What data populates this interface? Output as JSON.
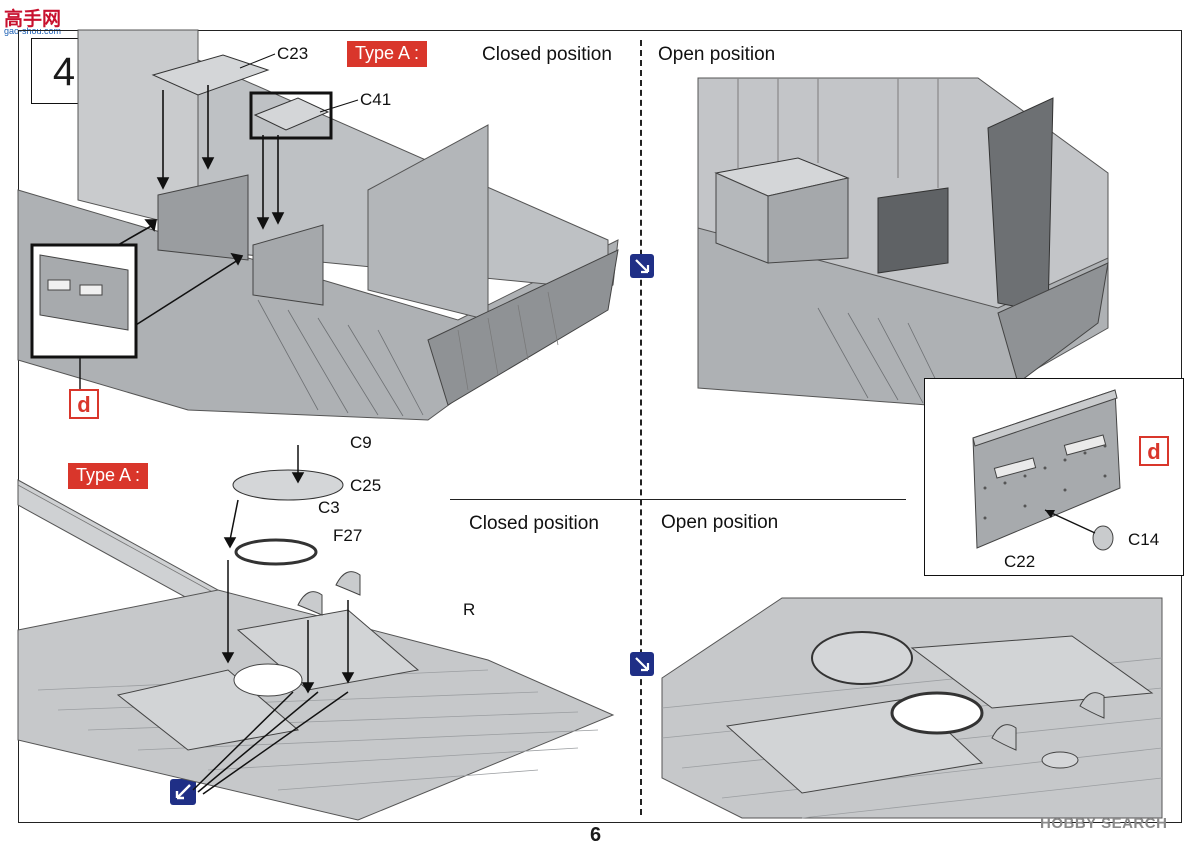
{
  "watermark": {
    "logo": "高手网",
    "url": "gao-shou.com",
    "hobby_search": "HOBBY SEARCH"
  },
  "step": {
    "number": "4"
  },
  "type_badges": {
    "top": "Type A :",
    "bottom": "Type A :"
  },
  "positions": {
    "top_closed": "Closed position",
    "top_open": "Open position",
    "bottom_closed": "Closed position",
    "bottom_open": "Open position"
  },
  "parts": {
    "c23": "C23",
    "c41": "C41",
    "c9": "C9",
    "c25": "C25",
    "c3": "C3",
    "f27": "F27",
    "r": "R",
    "c22": "C22",
    "c14": "C14"
  },
  "callouts": {
    "d_main": "d",
    "d_inset": "d"
  },
  "page_number": "6",
  "colors": {
    "accent_red": "#d9362b",
    "part_grey": "#b9bcbf",
    "part_dark": "#7d8084",
    "icon_blue": "#1f2f86"
  }
}
